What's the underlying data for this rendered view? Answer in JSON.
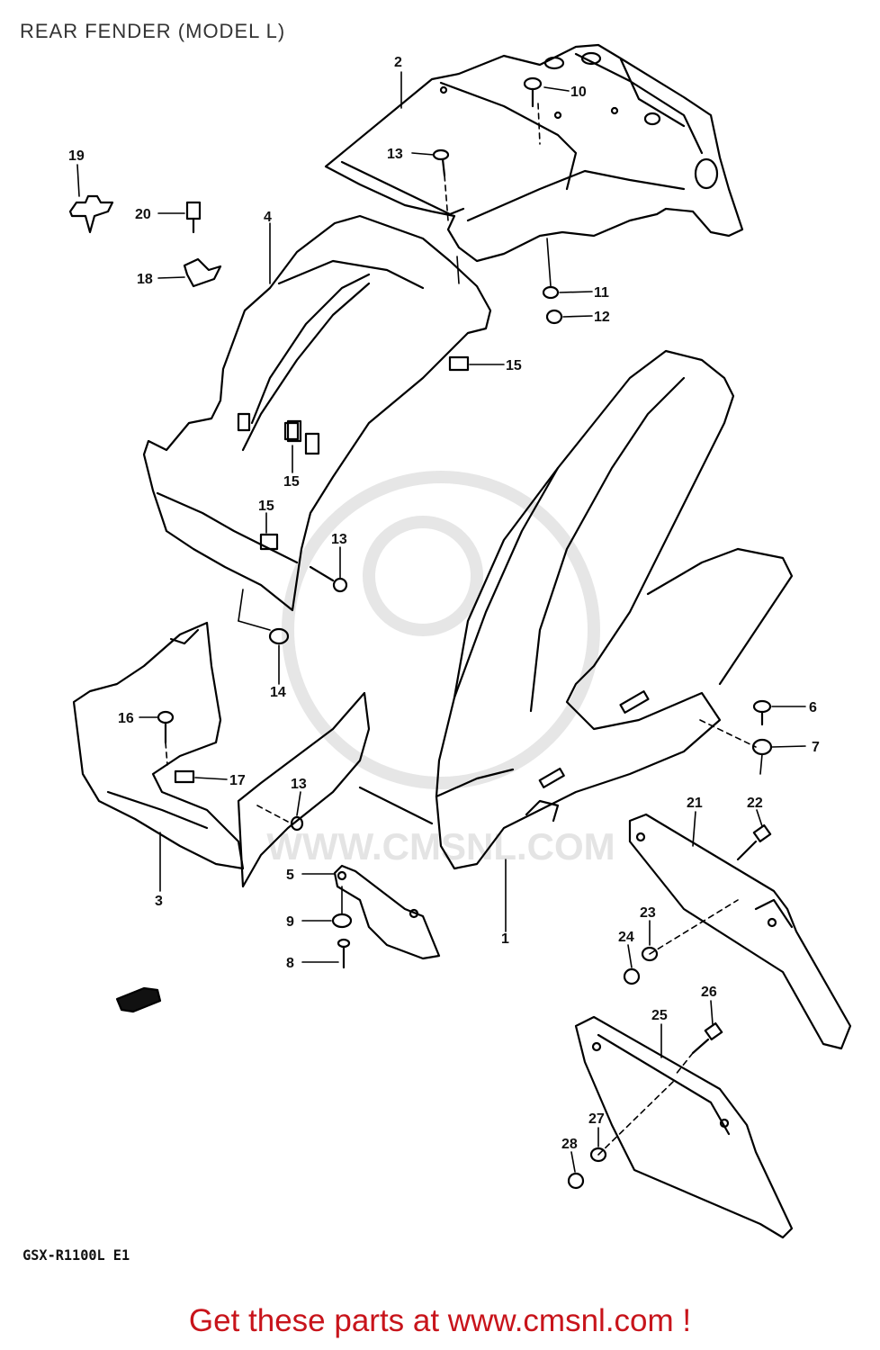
{
  "page": {
    "title": "REAR FENDER (MODEL L)",
    "model_code": "GSX-R1100L E1",
    "cta_text": "Get these parts at www.cmsnl.com !",
    "watermark_text": "WWW.CMSNL.COM",
    "accent_color": "#c8141b"
  },
  "callouts": [
    {
      "id": "1",
      "label": "1"
    },
    {
      "id": "2",
      "label": "2"
    },
    {
      "id": "3",
      "label": "3"
    },
    {
      "id": "4",
      "label": "4"
    },
    {
      "id": "5",
      "label": "5"
    },
    {
      "id": "6",
      "label": "6"
    },
    {
      "id": "7",
      "label": "7"
    },
    {
      "id": "8",
      "label": "8"
    },
    {
      "id": "9",
      "label": "9"
    },
    {
      "id": "10",
      "label": "10"
    },
    {
      "id": "11",
      "label": "11"
    },
    {
      "id": "12",
      "label": "12"
    },
    {
      "id": "13a",
      "label": "13"
    },
    {
      "id": "13b",
      "label": "13"
    },
    {
      "id": "13c",
      "label": "13"
    },
    {
      "id": "14",
      "label": "14"
    },
    {
      "id": "15a",
      "label": "15"
    },
    {
      "id": "15b",
      "label": "15"
    },
    {
      "id": "15c",
      "label": "15"
    },
    {
      "id": "16",
      "label": "16"
    },
    {
      "id": "17",
      "label": "17"
    },
    {
      "id": "18",
      "label": "18"
    },
    {
      "id": "19",
      "label": "19"
    },
    {
      "id": "20",
      "label": "20"
    },
    {
      "id": "21",
      "label": "21"
    },
    {
      "id": "22",
      "label": "22"
    },
    {
      "id": "23",
      "label": "23"
    },
    {
      "id": "24",
      "label": "24"
    },
    {
      "id": "25",
      "label": "25"
    },
    {
      "id": "26",
      "label": "26"
    },
    {
      "id": "27",
      "label": "27"
    },
    {
      "id": "28",
      "label": "28"
    }
  ]
}
